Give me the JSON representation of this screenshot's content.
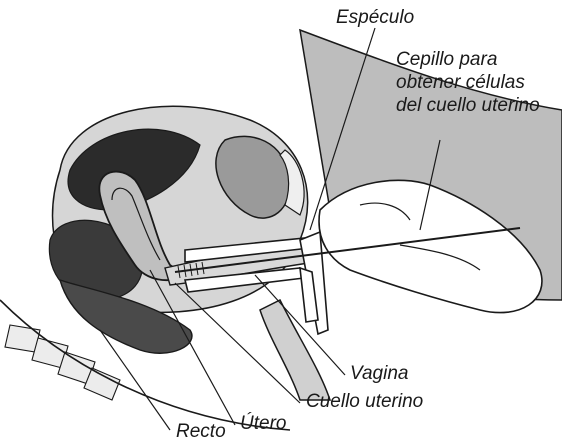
{
  "labels": {
    "especulo": "Espéculo",
    "cepillo_line1": "Cepillo para",
    "cepillo_line2": "obtener células",
    "cepillo_line3": "del cuello uterino",
    "vagina": "Vagina",
    "cuello": "Cuello uterino",
    "utero": "Útero",
    "recto": "Recto"
  },
  "colors": {
    "line": "#1a1a1a",
    "tissue": "#c9c9c9",
    "dark": "#2b2b2b",
    "background": "#ffffff"
  }
}
